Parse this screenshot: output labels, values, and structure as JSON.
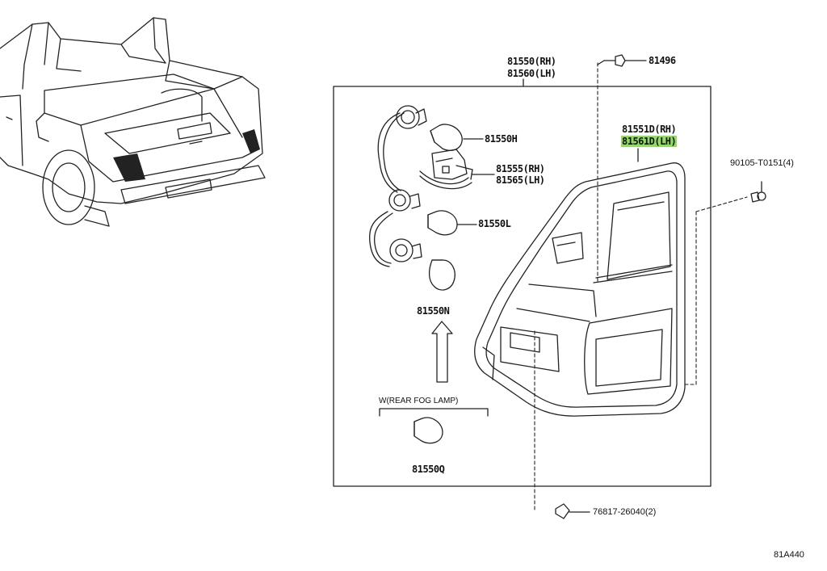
{
  "labels": {
    "assy_rh": "81550(RH)",
    "assy_lh": "81560(LH)",
    "clip_top": "81496",
    "lens_rh": "81551D(RH)",
    "lens_lh": "81561D(LH)",
    "screw": "90105-T0151(4)",
    "bulb_h": "81550H",
    "socket_rh": "81555(RH)",
    "socket_lh": "81565(LH)",
    "bulb_l": "81550L",
    "bulb_n": "81550N",
    "fog_note": "W(REAR FOG LAMP)",
    "bulb_q": "81550Q",
    "clip_bottom": "76817-26040(2)",
    "diagram_code": "81A440"
  },
  "colors": {
    "line": "#222222",
    "highlight": "#8fdc5e"
  }
}
